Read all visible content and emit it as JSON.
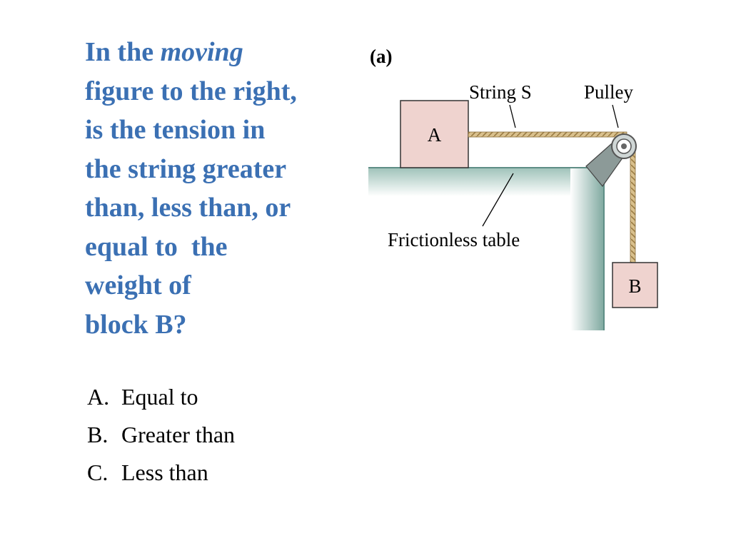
{
  "question": {
    "part1": "In the ",
    "emphasis": "moving",
    "line2": "figure to the right,",
    "line3": "is the tension in",
    "line4": "the string greater",
    "line5": "than, less than, or",
    "line6": "equal to  the",
    "line7": "weight of",
    "line8": "block B?"
  },
  "answers": [
    {
      "letter": "A.",
      "text": "Equal to"
    },
    {
      "letter": "B.",
      "text": "Greater than"
    },
    {
      "letter": "C.",
      "text": "Less than"
    }
  ],
  "figure": {
    "panel_label": "(a)",
    "block_a": "A",
    "block_b": "B",
    "string_label": "String S",
    "pulley_label": "Pulley",
    "table_label": "Frictionless table"
  },
  "colors": {
    "question_text": "#3b70b3",
    "block_fill": "#efd3cf",
    "rope": "#c9ab72",
    "table_light": "#ffffff",
    "table_dark": "#7fa9a0"
  }
}
